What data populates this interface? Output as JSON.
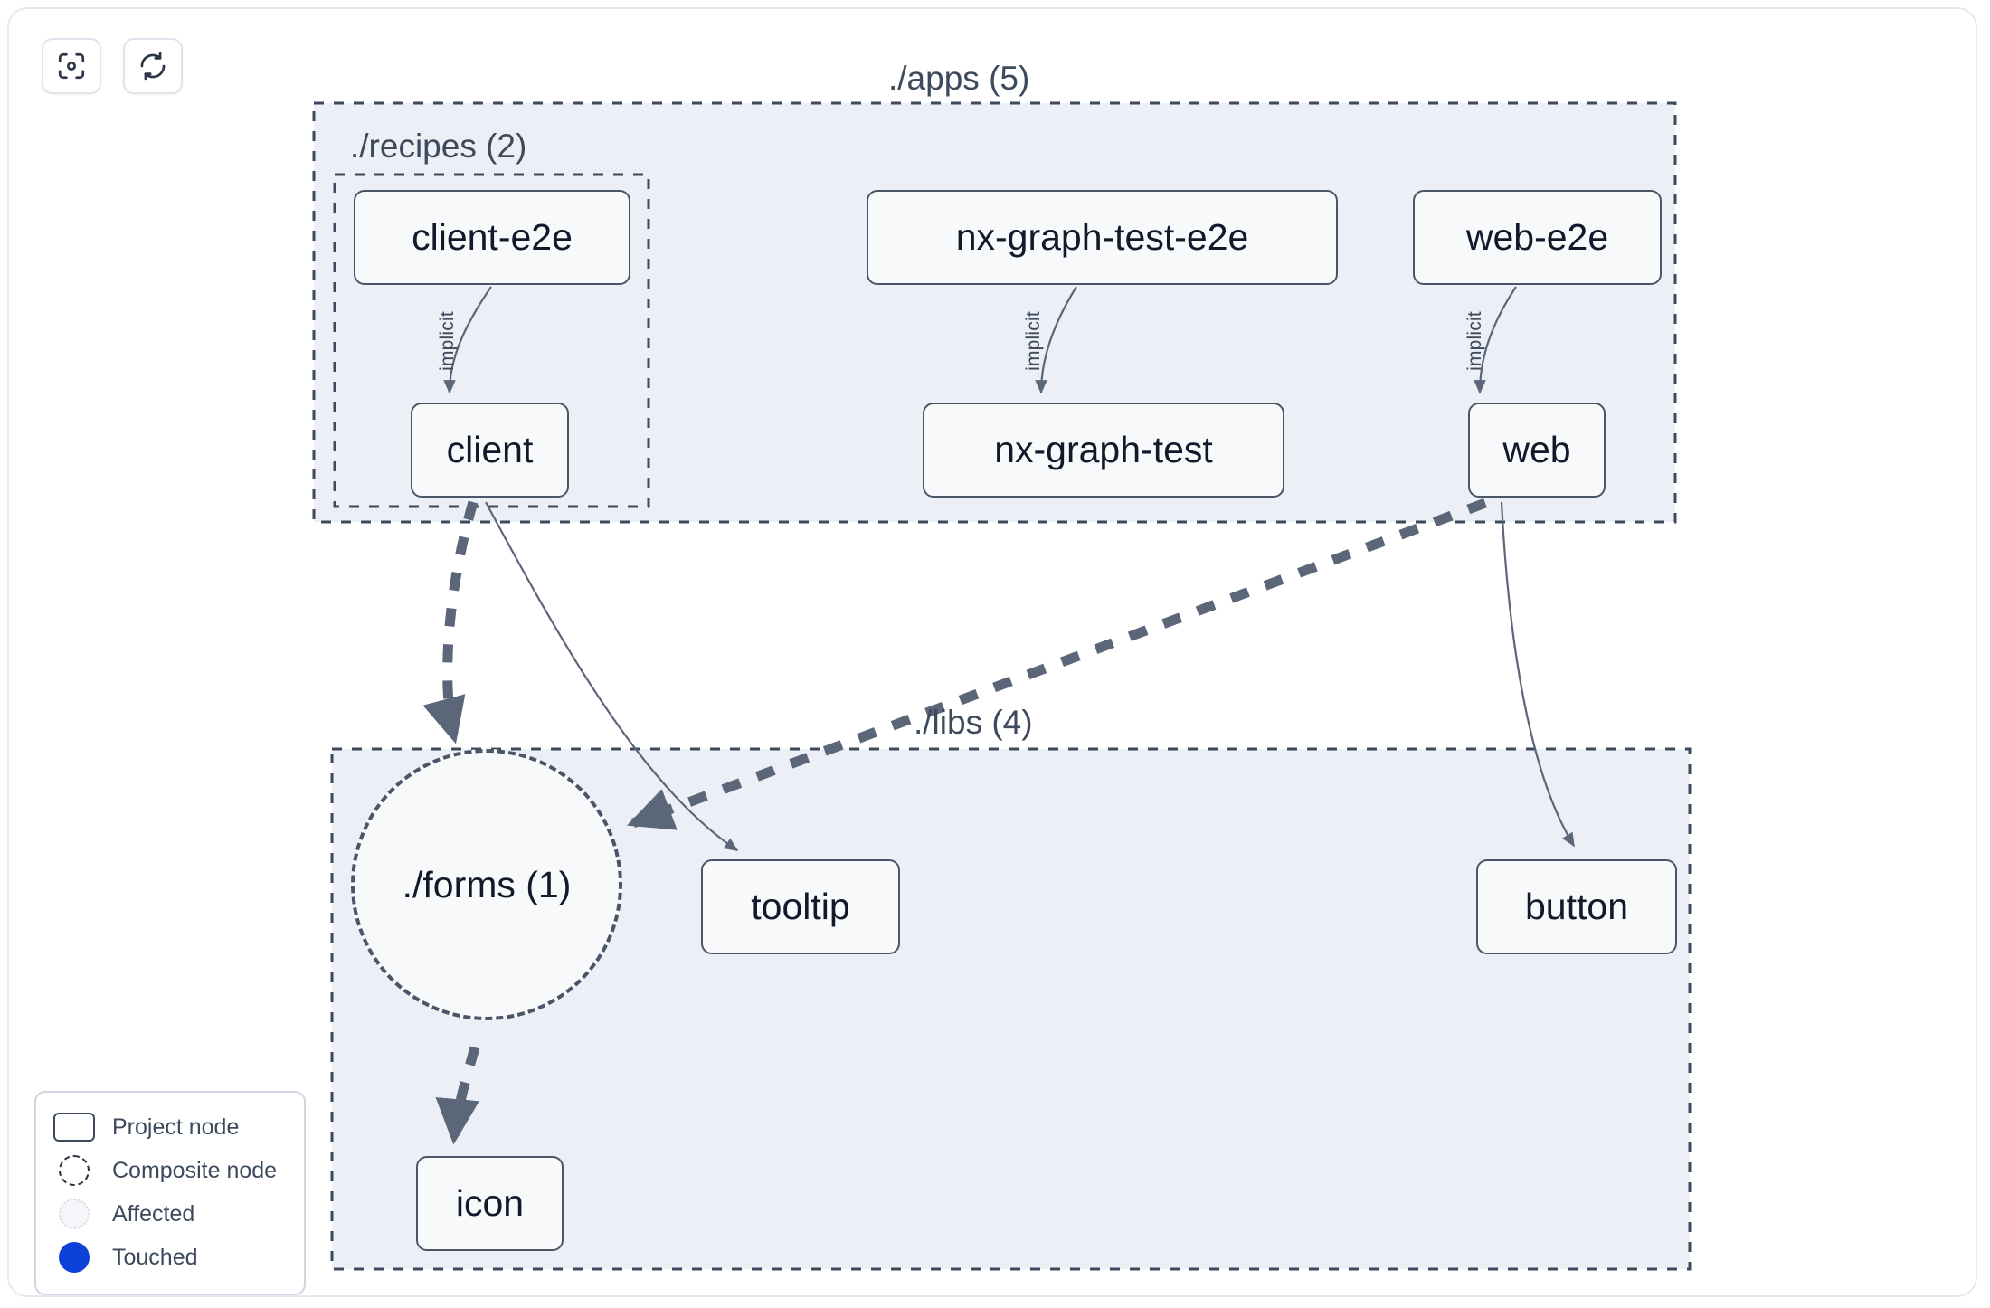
{
  "toolbar": {
    "buttons": [
      {
        "name": "focus-graph-button",
        "icon": "focus-target-icon",
        "title": "Focus graph"
      },
      {
        "name": "refresh-graph-button",
        "icon": "refresh-icon",
        "title": "Refresh graph"
      }
    ]
  },
  "graph": {
    "groups": [
      {
        "id": "apps",
        "label": "./apps (5)"
      },
      {
        "id": "recipes",
        "label": "./recipes (2)"
      },
      {
        "id": "libs",
        "label": "./libs (4)"
      }
    ],
    "nodes": [
      {
        "id": "client-e2e",
        "label": "client-e2e",
        "type": "project",
        "group": "recipes"
      },
      {
        "id": "client",
        "label": "client",
        "type": "project",
        "group": "recipes"
      },
      {
        "id": "nx-graph-test-e2e",
        "label": "nx-graph-test-e2e",
        "type": "project",
        "group": "apps"
      },
      {
        "id": "nx-graph-test",
        "label": "nx-graph-test",
        "type": "project",
        "group": "apps"
      },
      {
        "id": "web-e2e",
        "label": "web-e2e",
        "type": "project",
        "group": "apps"
      },
      {
        "id": "web",
        "label": "web",
        "type": "project",
        "group": "apps"
      },
      {
        "id": "forms",
        "label": "./forms (1)",
        "type": "composite",
        "group": "libs"
      },
      {
        "id": "tooltip",
        "label": "tooltip",
        "type": "project",
        "group": "libs"
      },
      {
        "id": "button",
        "label": "button",
        "type": "project",
        "group": "libs"
      },
      {
        "id": "icon",
        "label": "icon",
        "type": "project",
        "group": "libs"
      }
    ],
    "edges": [
      {
        "from": "client-e2e",
        "to": "client",
        "label": "implicit",
        "style": "solid"
      },
      {
        "from": "nx-graph-test-e2e",
        "to": "nx-graph-test",
        "label": "implicit",
        "style": "solid"
      },
      {
        "from": "web-e2e",
        "to": "web",
        "label": "implicit",
        "style": "solid"
      },
      {
        "from": "client",
        "to": "forms",
        "label": "",
        "style": "dashed"
      },
      {
        "from": "client",
        "to": "tooltip",
        "label": "",
        "style": "solid"
      },
      {
        "from": "web",
        "to": "forms",
        "label": "",
        "style": "dashed"
      },
      {
        "from": "web",
        "to": "button",
        "label": "",
        "style": "solid"
      },
      {
        "from": "forms",
        "to": "icon",
        "label": "",
        "style": "dashed"
      }
    ]
  },
  "legend": {
    "items": [
      {
        "swatch": "project-node-swatch",
        "label": "Project node"
      },
      {
        "swatch": "composite-node-swatch",
        "label": "Composite node"
      },
      {
        "swatch": "affected-swatch",
        "label": "Affected"
      },
      {
        "swatch": "touched-swatch",
        "label": "Touched"
      }
    ]
  },
  "colors": {
    "node_border": "#4b5568",
    "node_fill": "#f7f9fb",
    "group_fill": "#eceff5",
    "group_border": "#3d4a5c",
    "edge": "#5b6removed",
    "touched": "#0b41d8",
    "text": "#12192b",
    "muted_text": "#3d4a5c"
  }
}
